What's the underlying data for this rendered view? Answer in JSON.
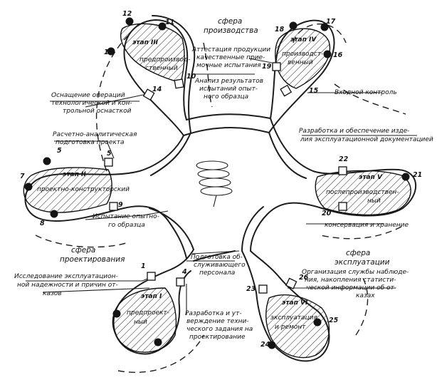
{
  "spheres": [
    {
      "id": "production",
      "lines": [
        "сфера",
        "производства"
      ]
    },
    {
      "id": "design",
      "lines": [
        "сфера",
        "проектирования"
      ]
    },
    {
      "id": "operation",
      "lines": [
        "сфера",
        "эксплуатации"
      ]
    }
  ],
  "stages": [
    {
      "id": "I",
      "title": "этап I",
      "lines": [
        "предпроект-",
        "ный"
      ]
    },
    {
      "id": "II",
      "title": "этап II",
      "lines": [
        "проектно-конструкторский"
      ]
    },
    {
      "id": "III",
      "title": "этап III",
      "lines": [
        "предпроизвод-",
        "ственный"
      ]
    },
    {
      "id": "IV",
      "title": "этап IV",
      "lines": [
        "производст-",
        "венный"
      ]
    },
    {
      "id": "V",
      "title": "этап V",
      "lines": [
        "послепроизводствен-",
        "ный"
      ]
    },
    {
      "id": "VI",
      "title": "этап VI",
      "lines": [
        "эксплуатация",
        "и ремонт"
      ]
    }
  ],
  "activities": [
    {
      "id": "a1",
      "lines": [
        "Исследование эксплуатацион-",
        "ной надежности и причин от-",
        "казов"
      ]
    },
    {
      "id": "a4",
      "lines": [
        "Разработка и ут-",
        "верждение техни-",
        "ческого задания на",
        "проектирование"
      ]
    },
    {
      "id": "a5",
      "lines": [
        "Расчетно-аналитическая",
        "подготовка проекта"
      ]
    },
    {
      "id": "a9",
      "lines": [
        "Испытание опытно-",
        "го образца"
      ]
    },
    {
      "id": "a10",
      "lines": [
        "Анализ результатов",
        "испытаний опыт-",
        "ного образца"
      ]
    },
    {
      "id": "a14",
      "lines": [
        "Оснащение операций",
        "технологической и кон-",
        "трольной оснасткой"
      ]
    },
    {
      "id": "a19",
      "lines": [
        "Аттестация продукции",
        "качественные прие-",
        "мочные испытания"
      ]
    },
    {
      "id": "a15",
      "lines": [
        "Входной контроль"
      ]
    },
    {
      "id": "a22",
      "lines": [
        "Разработка и обеспечение изде-",
        "лия эксплуатационной документацией"
      ]
    },
    {
      "id": "a20",
      "lines": [
        "консервация и хранение"
      ]
    },
    {
      "id": "a23",
      "lines": [
        "Подготовка об-",
        "служивающего",
        "персонала"
      ]
    },
    {
      "id": "a26",
      "lines": [
        "Организация службы наблюде-",
        "ния, накопления статисти-",
        "ческой информации об от-",
        "казах"
      ]
    }
  ],
  "numbers": [
    "1",
    "4",
    "5",
    "7",
    "8",
    "9",
    "10",
    "11",
    "12",
    "13",
    "14",
    "15",
    "16",
    "17",
    "18",
    "19",
    "20",
    "21",
    "22",
    "23",
    "24",
    "25",
    "26"
  ]
}
